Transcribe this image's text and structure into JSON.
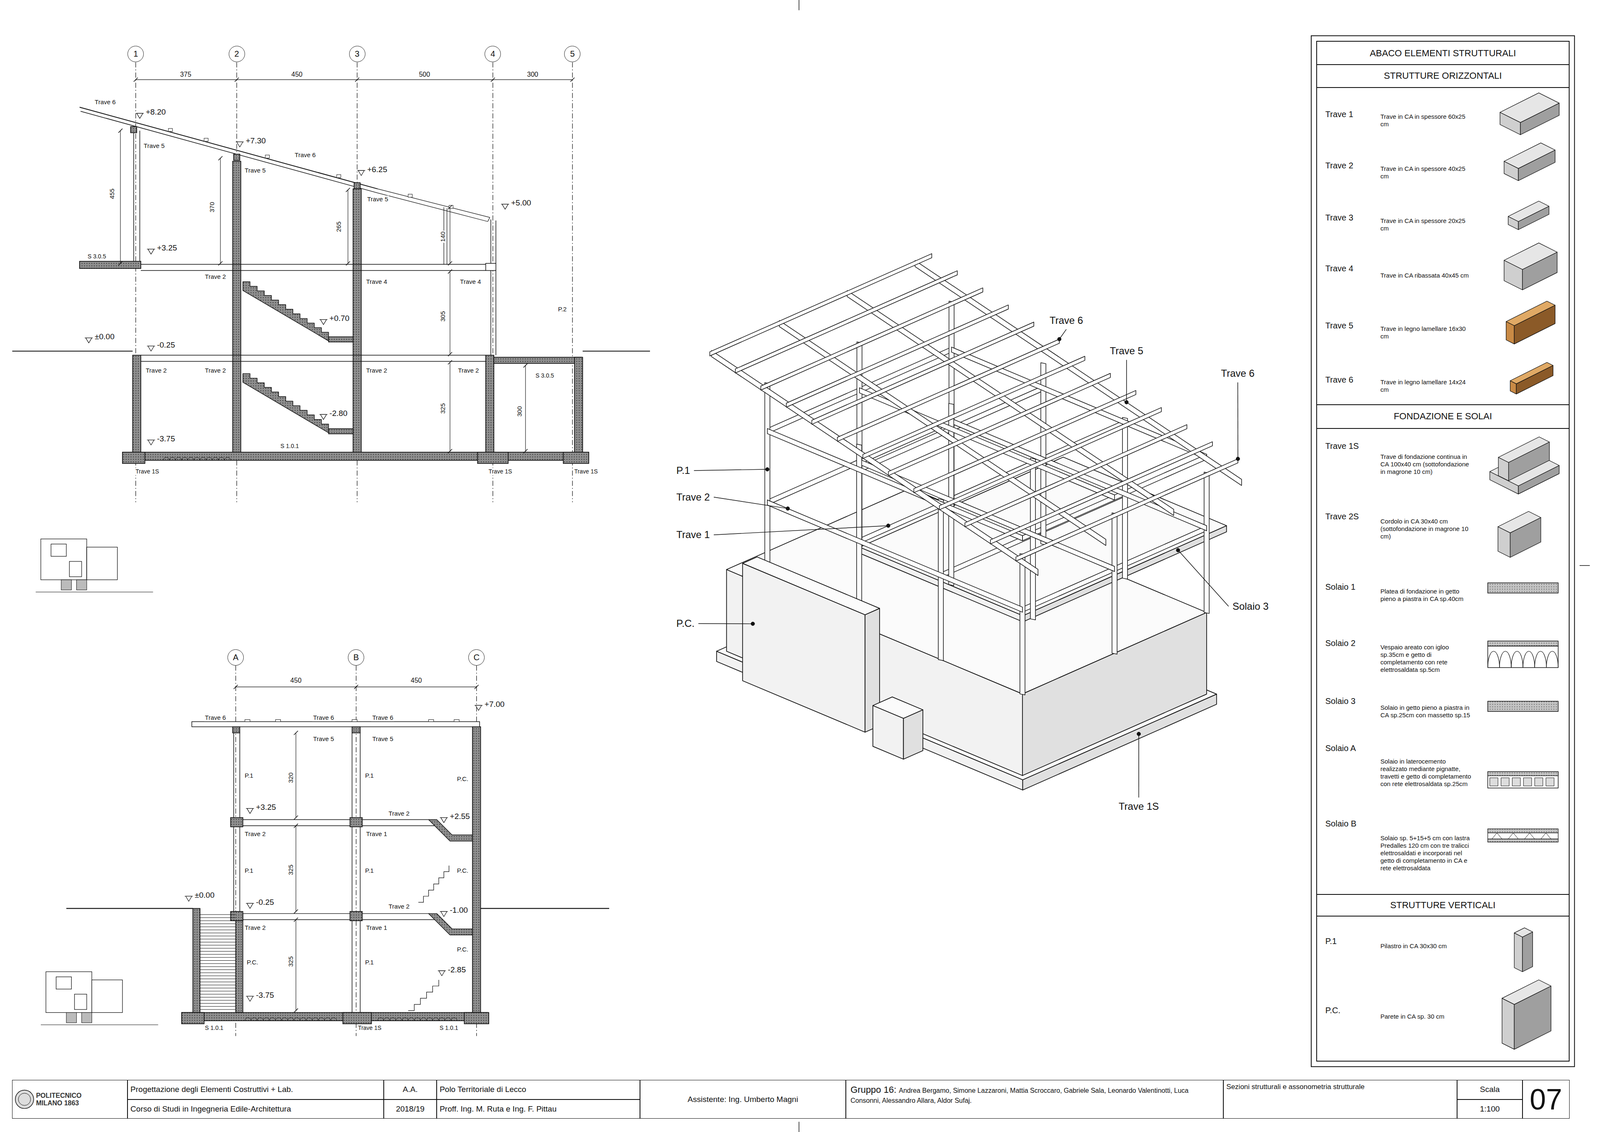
{
  "diagram": {
    "nodes": [
      {
        "text": [
          "1"
        ]
      },
      {
        "text": [
          "2"
        ]
      },
      {
        "text": [
          "3"
        ]
      },
      {
        "text": [
          "4"
        ]
      },
      {
        "text": [
          "5"
        ]
      },
      {
        "text": [
          "A"
        ]
      },
      {
        "text": [
          "B"
        ]
      },
      {
        "text": [
          "C"
        ]
      },
      {
        "text": [
          "ABACO ELEMENTI STRUTTURALI"
        ]
      },
      {
        "text": [
          "STRUTTURE ORIZZONTALI"
        ],
        "in": 8
      },
      {
        "text": [
          "FONDAZIONE E SOLAI"
        ],
        "in": 8
      },
      {
        "text": [
          "STRUTTURE VERTICALI"
        ],
        "in": 8
      },
      {
        "text": [
          "POLITECNICO MILANO 1863"
        ]
      },
      {
        "text": [
          "Progettazione degli Elementi Costruttivi + Lab."
        ]
      },
      {
        "text": [
          "Corso di Studi in Ingegneria Edile-Architettura"
        ]
      },
      {
        "text": [
          "A.A."
        ]
      },
      {
        "text": [
          "2018/19"
        ]
      },
      {
        "text": [
          "Polo Territoriale di Lecco"
        ]
      },
      {
        "text": [
          "Proff. Ing. M. Ruta e Ing. F. Pittau"
        ]
      },
      {
        "text": [
          "Assistente: Ing. Umberto Magni"
        ]
      },
      {
        "text": [
          "Gruppo 16:",
          "Andrea Bergamo, Simone Lazzaroni, Mattia Scroccaro, Gabriele Sala, Leonardo Valentinotti, Luca Consonni, Alessandro Allara, Aldor Sufaj."
        ]
      },
      {
        "text": [
          "Sezioni strutturali e assonometria strutturale"
        ]
      },
      {
        "text": [
          "Scala"
        ]
      },
      {
        "text": [
          "1:100"
        ]
      },
      {
        "text": [
          "07"
        ]
      }
    ],
    "labels": [
      "375",
      "450",
      "500",
      "300",
      "Trave 6",
      "+8.20",
      "Trave 5",
      "+7.30",
      "Trave 5",
      "Trave 6",
      "+6.25",
      "Trave 5",
      "+5.00",
      "455",
      "370",
      "265",
      "140",
      "S 3.0.5",
      "+3.25",
      "Trave 2",
      "Trave 4",
      "Trave 4",
      "305",
      "P.2",
      "+0.70",
      "±0.00",
      "-0.25",
      "Trave 2",
      "Trave 2",
      "Trave 2",
      "Trave 2",
      "S 3.0.5",
      "325",
      "300",
      "-2.80",
      "-3.75",
      "S 1.0.1",
      "Trave 1S",
      "Trave 1S",
      "Trave 1S",
      "450",
      "450",
      "+7.00",
      "Trave 6",
      "Trave 6",
      "Trave 6",
      "Trave 5",
      "Trave 5",
      "P.1",
      "320",
      "P.1",
      "P.C.",
      "+3.25",
      "Trave 2",
      "+2.55",
      "Trave 2",
      "Trave 1",
      "P.1",
      "325",
      "P.1",
      "P.C.",
      "±0.00",
      "-0.25",
      "Trave 2",
      "-1.00",
      "Trave 2",
      "Trave 1",
      "P.C.",
      "325",
      "P.1",
      "P.C.",
      "-2.85",
      "-3.75",
      "S 1.0.1",
      "Trave 1S",
      "S 1.0.1",
      "Trave 6",
      "Trave 5",
      "Trave 6",
      "P.1",
      "Trave 2",
      "Trave 1",
      "P.C.",
      "Solaio 3",
      "Trave 1S",
      "Trave 1",
      "Trave in CA in spessore 60x25 cm",
      "Trave 2",
      "Trave in CA in spessore 40x25 cm",
      "Trave 3",
      "Trave in CA in spessore 20x25 cm",
      "Trave 4",
      "Trave in CA ribassata 40x45 cm",
      "Trave 5",
      "Trave in legno lamellare 16x30 cm",
      "Trave 6",
      "Trave in legno lamellare 14x24 cm",
      "Trave 1S",
      "Trave di fondazione continua in CA 100x40 cm (sottofondazione in magrone 10 cm)",
      "Trave 2S",
      "Cordolo in CA 30x40 cm (sottofondazione in magrone 10 cm)",
      "Solaio 1",
      "Platea di fondazione in getto pieno a piastra in CA sp.40cm",
      "Solaio 2",
      "Vespaio areato con igloo sp.35cm e getto di completamento con rete elettrosaldata sp.5cm",
      "Solaio 3",
      "Solaio in getto pieno a piastra in CA sp.25cm con massetto sp.15",
      "Solaio A",
      "Solaio in laterocemento realizzato mediante pignatte, travetti e getto di completamento con rete elettrosaldata sp.25cm",
      "Solaio B",
      "Solaio sp. 5+15+5 cm con lastra Predalles 120 cm con tre tralicci elettrosaldati e incorporati nel getto di completamento in CA e rete elettrosaldata",
      "P.1",
      "Pilastro in CA 30x30 cm",
      "P.C.",
      "Parete in CA sp. 30 cm"
    ]
  }
}
